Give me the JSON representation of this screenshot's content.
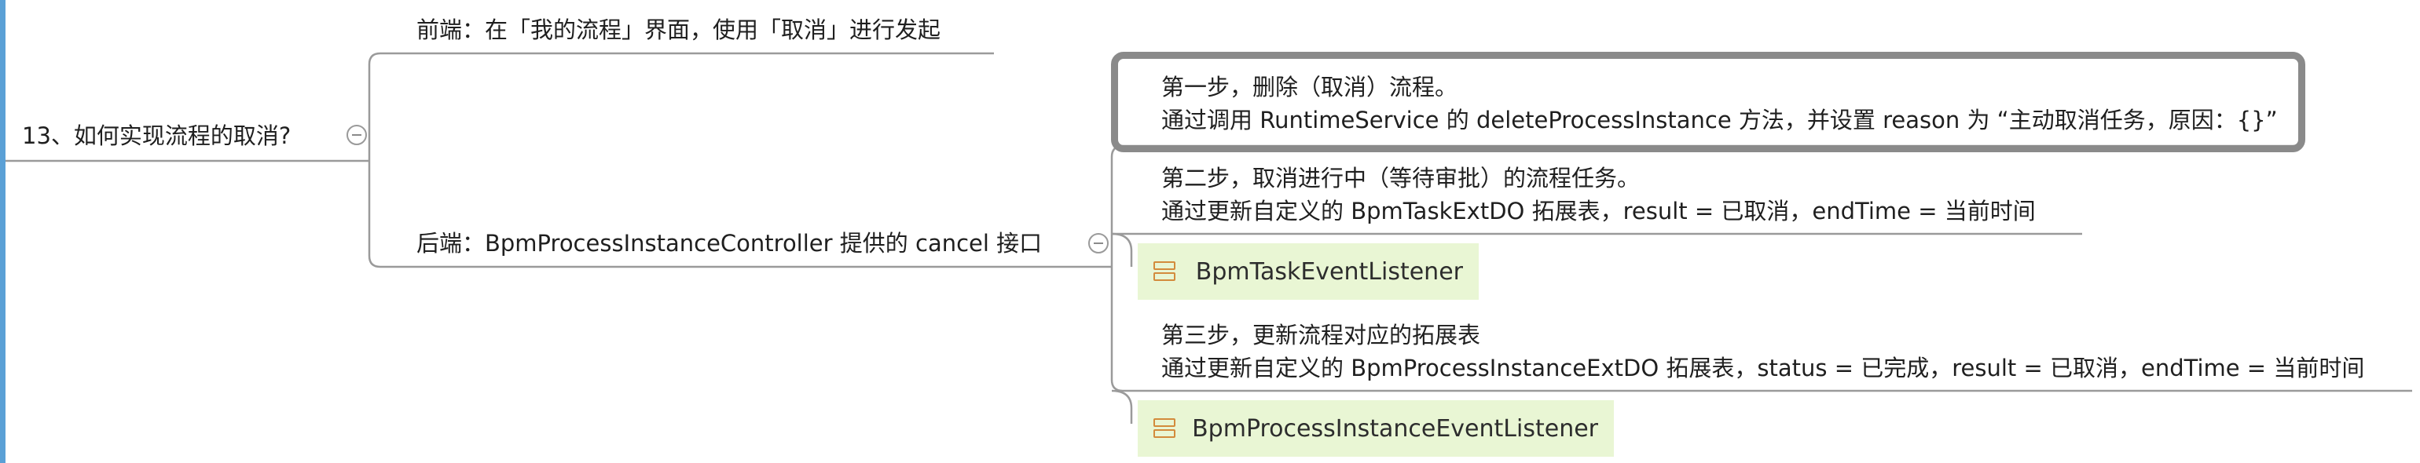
{
  "root": {
    "label": "13、如何实现流程的取消?"
  },
  "frontend": {
    "label": "前端：在「我的流程」界面，使用「取消」进行发起"
  },
  "backend": {
    "label": "后端：BpmProcessInstanceController 提供的 cancel 接口"
  },
  "steps": [
    {
      "title": "第一步，删除（取消）流程。",
      "detail": "通过调用 RuntimeService 的 deleteProcessInstance 方法，并设置 reason 为 “主动取消任务，原因：{}”"
    },
    {
      "title": "第二步，取消进行中（等待审批）的流程任务。",
      "detail": "通过更新自定义的 BpmTaskExtDO 拓展表，result = 已取消，endTime = 当前时间"
    },
    {
      "title": "第三步，更新流程对应的拓展表",
      "detail": "通过更新自定义的 BpmProcessInstanceExtDO 拓展表，status = 已完成，result = 已取消，endTime = 当前时间"
    }
  ],
  "tags": [
    {
      "label": "BpmTaskEventListener",
      "icon": "listener-icon"
    },
    {
      "label": "BpmProcessInstanceEventListener",
      "icon": "listener-icon"
    }
  ],
  "colors": {
    "accent": "#5aa0d6",
    "tag_bg": "#e9f6d4",
    "icon": "#d38b3c",
    "line": "#9a9a9a"
  }
}
